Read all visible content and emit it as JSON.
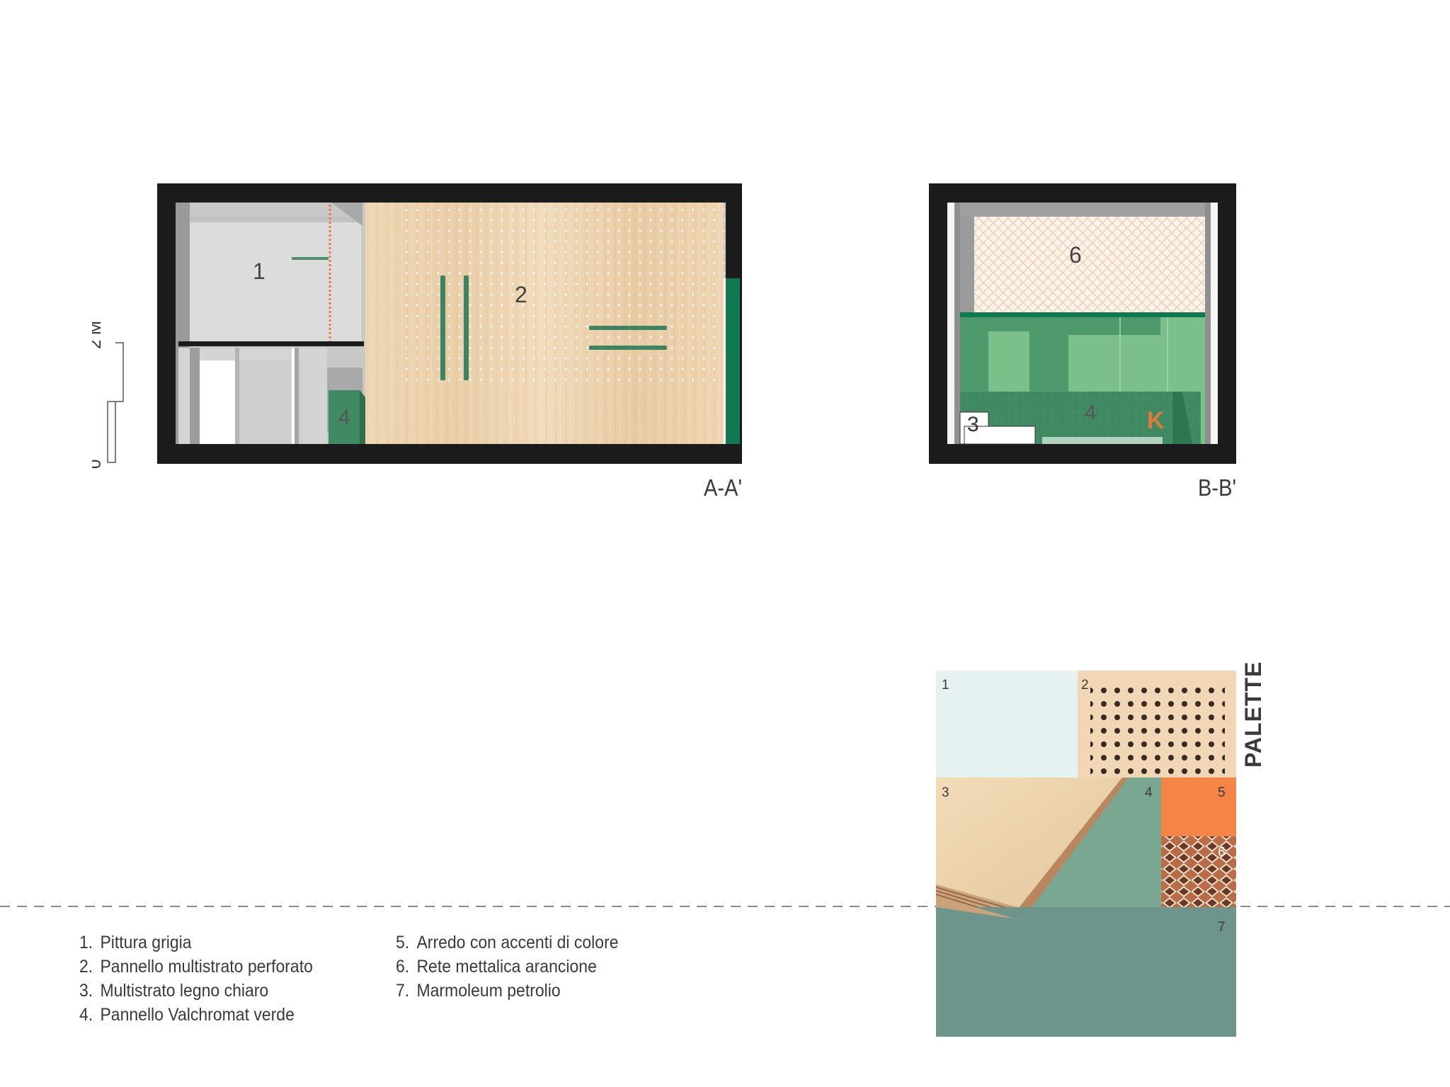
{
  "scale": {
    "top_label": "2 M",
    "bottom_label": "0"
  },
  "sections": {
    "a": {
      "label": "A-A'",
      "tags": {
        "t1": "1",
        "t2": "2",
        "t4": "4"
      }
    },
    "b": {
      "label": "B-B'",
      "tags": {
        "t6": "6",
        "t4": "4",
        "t3": "3",
        "kiosk": "K"
      }
    }
  },
  "palette": {
    "title": "PALETTE",
    "swatches": [
      {
        "num": "1",
        "color": "#e6f1f2"
      },
      {
        "num": "2",
        "color": "#f2d7b6"
      },
      {
        "num": "3",
        "color": "#e9d2b0"
      },
      {
        "num": "4",
        "color": "#79a792"
      },
      {
        "num": "5",
        "color": "#f58546"
      },
      {
        "num": "6",
        "color": "#b86d47"
      },
      {
        "num": "7",
        "color": "#6d958c"
      }
    ]
  },
  "legend": {
    "col1": [
      {
        "num": "1.",
        "text": "Pittura grigia"
      },
      {
        "num": "2.",
        "text": "Pannello multistrato perforato"
      },
      {
        "num": "3.",
        "text": "Multistrato legno chiaro"
      },
      {
        "num": "4.",
        "text": "Pannello Valchromat verde"
      }
    ],
    "col2": [
      {
        "num": "5.",
        "text": "Arredo con accenti di colore"
      },
      {
        "num": "6.",
        "text": "Rete mettalica arancione"
      },
      {
        "num": "7.",
        "text": "Marmoleum petrolio"
      }
    ]
  }
}
